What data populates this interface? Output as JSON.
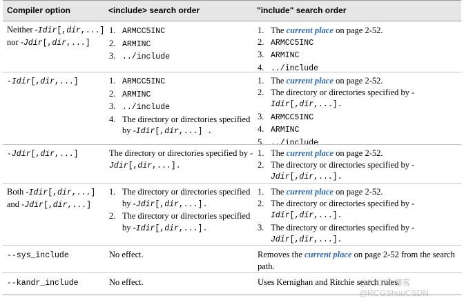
{
  "headers": {
    "col1": "Compiler option",
    "col2": "<include> search order",
    "col3": "\"include\" search order"
  },
  "rows": {
    "r1": {
      "c1_l1_a": "Neither -",
      "c1_l1_b": "Idir",
      "c1_l1_c": "[,",
      "c1_l1_d": "dir",
      "c1_l1_e": ",...]",
      "c1_l2_a": "nor -",
      "c1_l2_b": "Jdir",
      "c1_l2_c": "[,",
      "c1_l2_d": "dir",
      "c1_l2_e": ",...]",
      "c2": [
        "ARMCC5INC",
        "ARMINC",
        "../include"
      ],
      "c3_1_pre": "The ",
      "c3_1_link": "current place",
      "c3_1_post": " on page 2-52.",
      "c3_rest": [
        "ARMCC5INC",
        "ARMINC",
        "../include"
      ]
    },
    "r2": {
      "c1_a": "-",
      "c1_b": "Idir",
      "c1_c": "[,",
      "c1_d": "dir",
      "c1_e": ",...]",
      "c2": [
        "ARMCC5INC",
        "ARMINC",
        "../include"
      ],
      "c2_4_l1": "The directory or directories specified",
      "c2_4_l2_a": "by -",
      "c2_4_l2_b": "Idir",
      "c2_4_l2_c": "[,",
      "c2_4_l2_d": "dir",
      "c2_4_l2_e": ",...] .",
      "c3_1_pre": "The ",
      "c3_1_link": "current place",
      "c3_1_post": " on page 2-52.",
      "c3_2_l1": "The directory or directories specified by -",
      "c3_2_l2_a": "Idir",
      "c3_2_l2_b": "[,",
      "c3_2_l2_c": "dir",
      "c3_2_l2_d": ",...].",
      "c3_rest": [
        "ARMCC5INC",
        "ARMINC",
        "../include"
      ]
    },
    "r3": {
      "c1_a": "-",
      "c1_b": "Jdir",
      "c1_c": "[,",
      "c1_d": "dir",
      "c1_e": ",...]",
      "c2_l1": "The directory or directories specified by -",
      "c2_l2_a": "Jdir",
      "c2_l2_b": "[,",
      "c2_l2_c": "dir",
      "c2_l2_d": ",...].",
      "c3_1_pre": "The ",
      "c3_1_link": "current place",
      "c3_1_post": " on page 2-52.",
      "c3_2_l1": "The directory or directories specified by -",
      "c3_2_l2_a": "Jdir",
      "c3_2_l2_b": "[,",
      "c3_2_l2_c": "dir",
      "c3_2_l2_d": ",...]."
    },
    "r4": {
      "c1_l1_a": "Both -",
      "c1_l1_b": "Idir",
      "c1_l1_c": "[,",
      "c1_l1_d": "dir",
      "c1_l1_e": ",...]",
      "c1_l2_a": "and -",
      "c1_l2_b": "Jdir",
      "c1_l2_c": "[,",
      "c1_l2_d": "dir",
      "c1_l2_e": ",...]",
      "c2_1_l1": "The directory or directories specified",
      "c2_1_l2_a": "by -",
      "c2_1_l2_b": "Jdir",
      "c2_1_l2_c": "[,",
      "c2_1_l2_d": "dir",
      "c2_1_l2_e": ",...].",
      "c2_2_l1": "The directory or directories specified",
      "c2_2_l2_a": "by -",
      "c2_2_l2_b": "Idir",
      "c2_2_l2_c": "[,",
      "c2_2_l2_d": "dir",
      "c2_2_l2_e": ",...].",
      "c3_1_pre": "The ",
      "c3_1_link": "current place",
      "c3_1_post": " on page 2-52.",
      "c3_2_l1": "The directory or directories specified by -",
      "c3_2_l2_a": "Idir",
      "c3_2_l2_b": "[,",
      "c3_2_l2_c": "dir",
      "c3_2_l2_d": ",...].",
      "c3_3_l1": "The directory or directories specified by -",
      "c3_3_l2_a": "Jdir",
      "c3_3_l2_b": "[,",
      "c3_3_l2_c": "dir",
      "c3_3_l2_d": ",...]."
    },
    "r5": {
      "c1": "--sys_include",
      "c2": "No effect.",
      "c3_pre": "Removes the ",
      "c3_link": "current place",
      "c3_post": " on page 2-52 from the search",
      "c3_l2": "path."
    },
    "r6": {
      "c1": "--kandr_include",
      "c2": "No effect.",
      "c3": "Uses Kernighan and Ritchie search rules."
    }
  },
  "watermark": "@51CTO博客 @RCGShouCSDN"
}
